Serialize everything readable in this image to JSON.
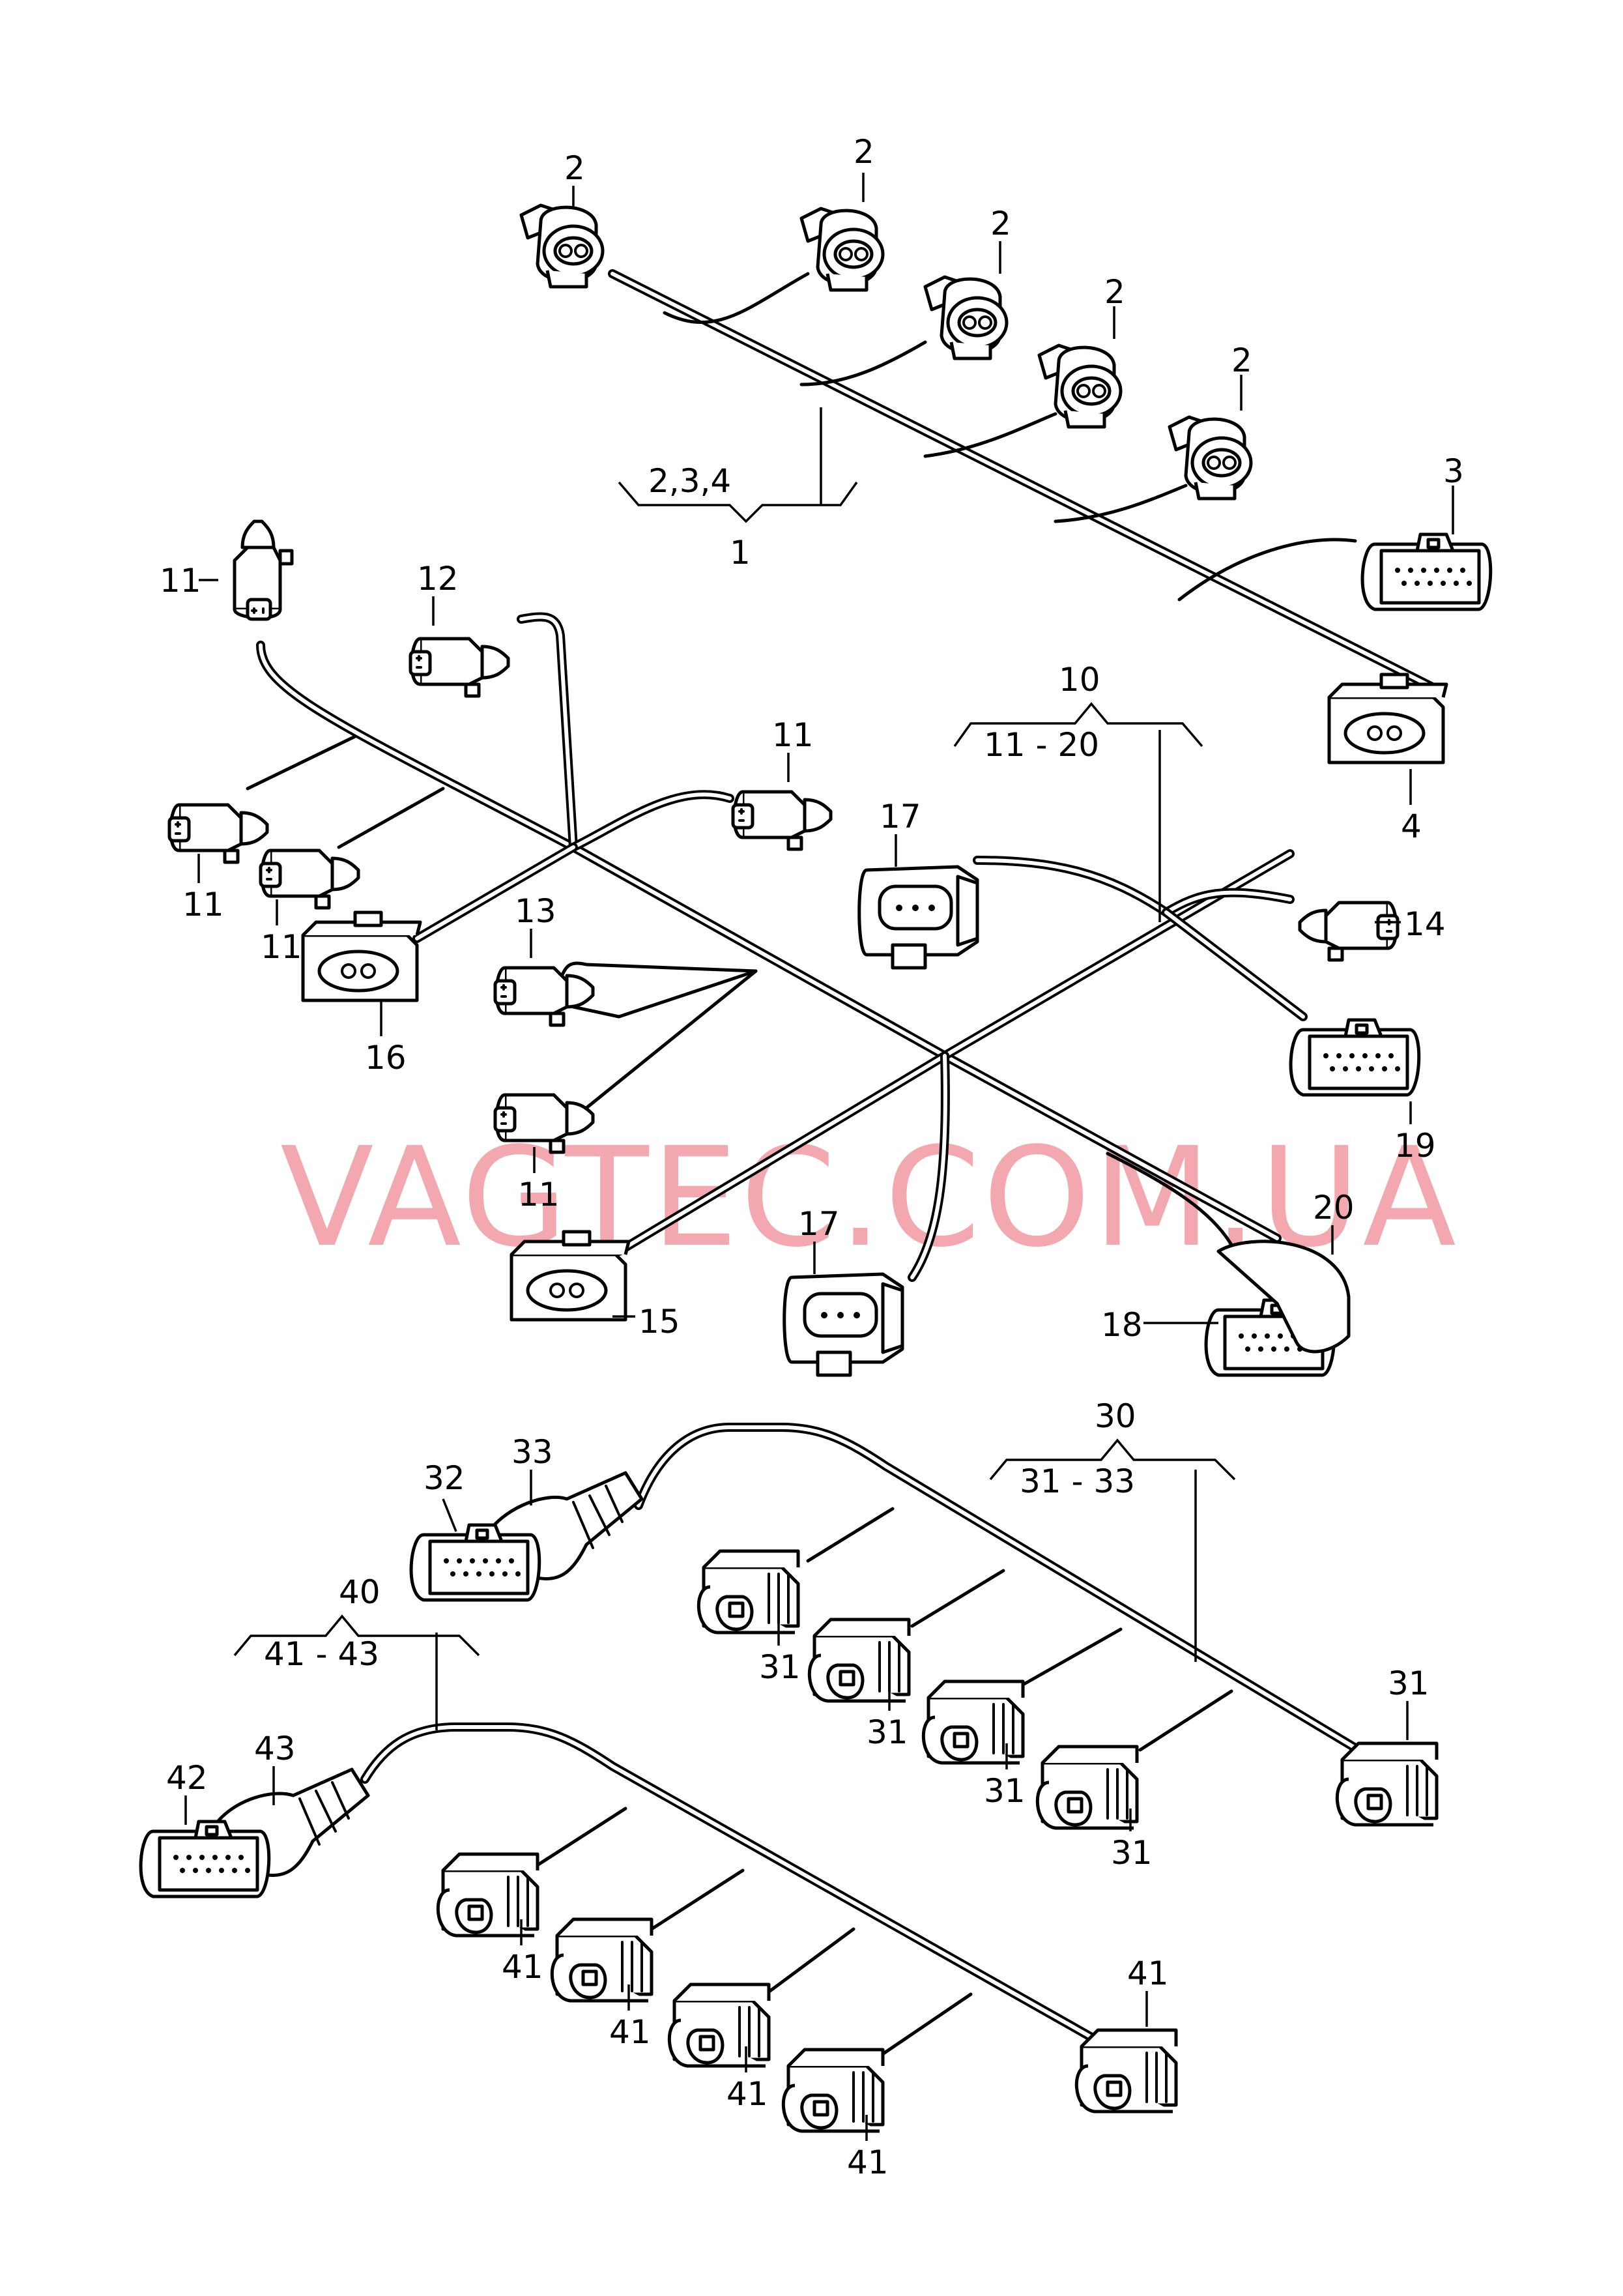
{
  "watermark": "VAGTEC.COM.UA",
  "groups": [
    {
      "id": "1",
      "label": "1",
      "range": "2,3,4"
    },
    {
      "id": "10",
      "label": "10",
      "range": "11 - 20"
    },
    {
      "id": "30",
      "label": "30",
      "range": "31 - 33"
    },
    {
      "id": "40",
      "label": "40",
      "range": "41 - 43"
    }
  ],
  "callouts": {
    "c2a": "2",
    "c2b": "2",
    "c2c": "2",
    "c2d": "2",
    "c2e": "2",
    "c3": "3",
    "c4": "4",
    "c11a": "11",
    "c11b": "11",
    "c11c": "11",
    "c11d": "11",
    "c11e": "11",
    "c12": "12",
    "c13": "13",
    "c14": "14",
    "c15": "15",
    "c16": "16",
    "c17a": "17",
    "c17b": "17",
    "c18": "18",
    "c19": "19",
    "c20": "20",
    "c31a": "31",
    "c31b": "31",
    "c31c": "31",
    "c31d": "31",
    "c31e": "31",
    "c32": "32",
    "c33": "33",
    "c41a": "41",
    "c41b": "41",
    "c41c": "41",
    "c41d": "41",
    "c41e": "41",
    "c42": "42",
    "c43": "43"
  }
}
